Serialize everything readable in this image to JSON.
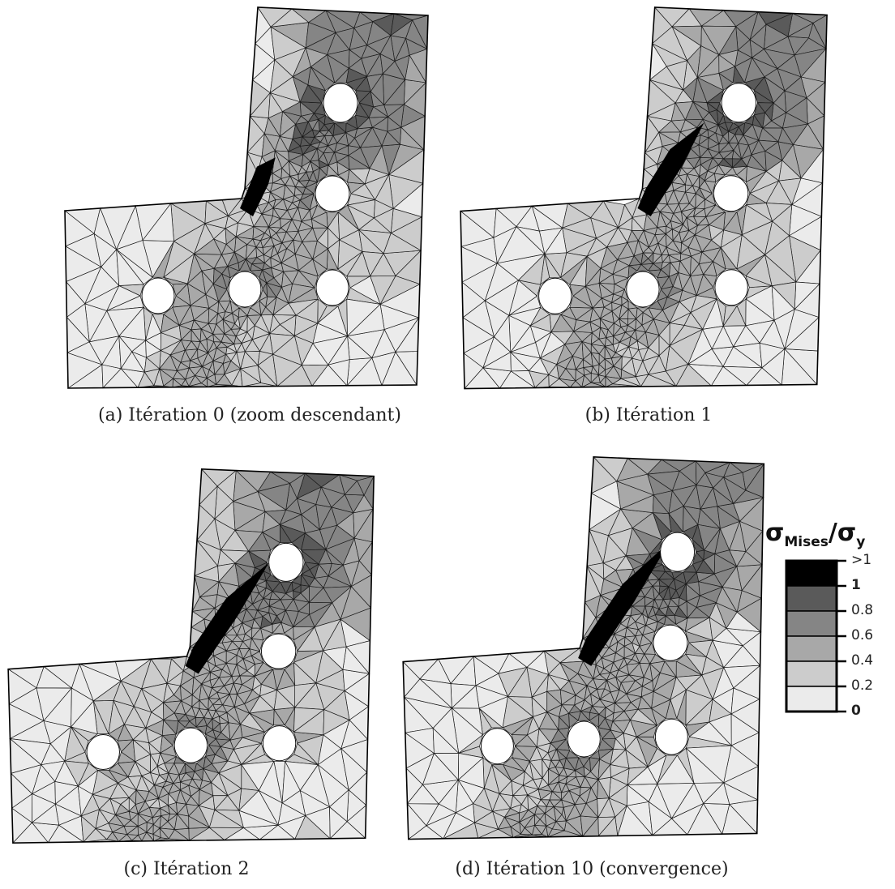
{
  "captions": {
    "a": "(a) Itération 0 (zoom descendant)",
    "b": "(b) Itération 1",
    "c": "(c) Itération 2",
    "d": "(d) Itération 10 (convergence)"
  },
  "legend": {
    "title_main": "σ",
    "title_sub1": "Mises",
    "title_slash": "/σ",
    "title_sub2": "y",
    "levels": [
      {
        "label": ">1",
        "bold": false,
        "color": "#000000"
      },
      {
        "label": "1",
        "bold": true,
        "color": "#595959"
      },
      {
        "label": "0.8",
        "bold": false,
        "color": "#808080"
      },
      {
        "label": "0.6",
        "bold": false,
        "color": "#a6a6a6"
      },
      {
        "label": "0.4",
        "bold": false,
        "color": "#c6c6c6"
      },
      {
        "label": "0.2",
        "bold": false,
        "color": "#e3e3e3"
      },
      {
        "label": "0",
        "bold": true,
        "color": "#ffffff"
      }
    ]
  },
  "colors": {
    "mesh_line": "#1a1a1a",
    "fill_light": "#e6e6e6",
    "fill_mid": "#b3b3b3",
    "fill_dark": "#7a7a7a",
    "plastic": "#000000",
    "hole": "#ffffff"
  }
}
